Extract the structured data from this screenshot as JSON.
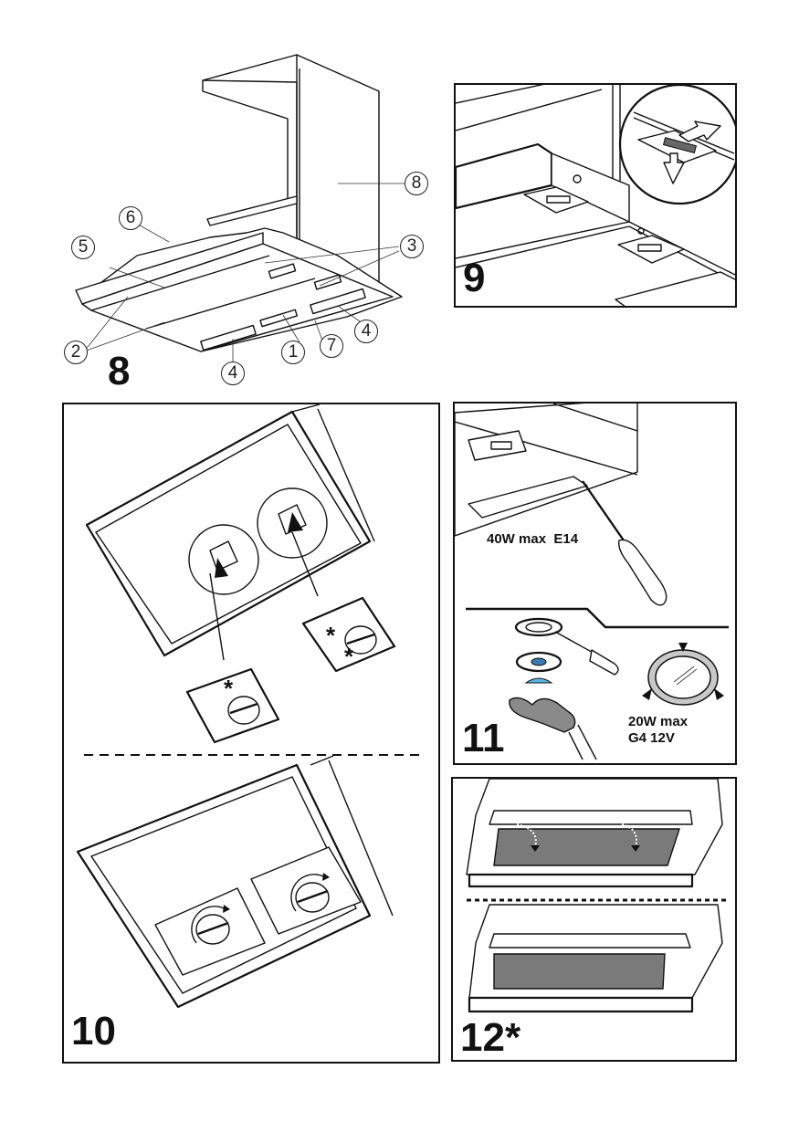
{
  "page": {
    "type": "instruction-manual-illustrations",
    "subject": "telescopic cooker hood"
  },
  "figures": [
    {
      "id": "fig8",
      "number": "8",
      "description": "Hood overview with numbered parts",
      "callouts": [
        "1",
        "2",
        "2",
        "3",
        "3",
        "4",
        "4",
        "5",
        "6",
        "7",
        "8"
      ]
    },
    {
      "id": "fig9",
      "number": "9",
      "description": "Release grease filter clips (detail circle with arrows)"
    },
    {
      "id": "fig10",
      "number": "10",
      "description": "Fit carbon filters onto fan housings and rotate to lock",
      "marks": [
        "*",
        "*",
        "*"
      ]
    },
    {
      "id": "fig11",
      "number": "11",
      "description": "Lamp replacement",
      "specs": {
        "lamp_a": "40W max  E14",
        "lamp_b_line1": "20W max",
        "lamp_b_line2": "G4 12V"
      },
      "colors": {
        "lens_blue": "#5ab4e0",
        "glove_gray": "#8a8a8a"
      }
    },
    {
      "id": "fig12",
      "number": "12*",
      "description": "Insert charcoal filter mat",
      "colors": {
        "filter_gray": "#7a7a7a"
      }
    }
  ]
}
